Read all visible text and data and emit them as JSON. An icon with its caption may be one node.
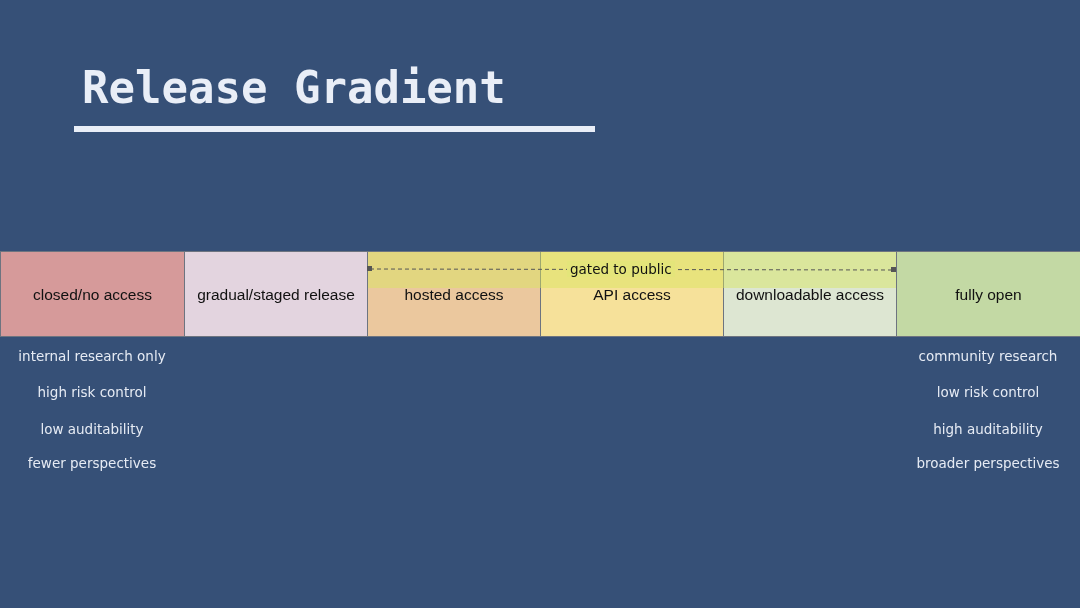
{
  "diagram": {
    "title": "Release Gradient",
    "nodes": [
      {
        "text": [
          "closed/no access"
        ],
        "beside": [
          "internal research only",
          "high risk control",
          "low auditability",
          "fewer perspectives"
        ]
      },
      {
        "text": [
          "gradual/staged release"
        ]
      },
      {
        "text": [
          "hosted access"
        ]
      },
      {
        "text": [
          "API access"
        ]
      },
      {
        "text": [
          "downloadable access"
        ]
      },
      {
        "text": [
          "fully open"
        ],
        "beside": [
          "community research",
          "low risk control",
          "high auditability",
          "broader perspectives"
        ]
      }
    ],
    "labels": [
      "gated to public"
    ]
  }
}
